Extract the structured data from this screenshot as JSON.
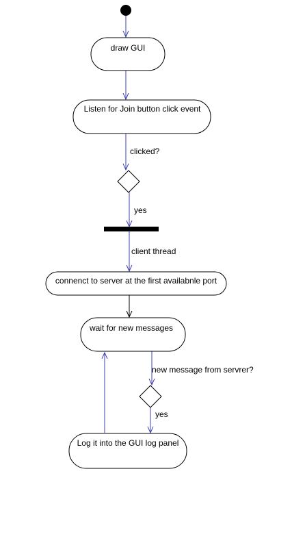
{
  "colors": {
    "flow_blue": "#3f3fb0",
    "flow_black": "#000000",
    "node_stroke": "#000000",
    "node_fill": "#ffffff",
    "initial_node": "#000000",
    "fork_bar": "#000000"
  },
  "nodes": {
    "draw_gui": "draw GUI",
    "listen": "Listen for Join button click event",
    "connect": "connenct to server at the first availabnle port",
    "wait": "wait for new messages",
    "log": "Log it into the GUI log panel"
  },
  "edges": {
    "clicked": "clicked?",
    "yes_1": "yes",
    "client_thread": "client thread",
    "new_message": "new message from servrer?",
    "yes_2": "yes"
  }
}
